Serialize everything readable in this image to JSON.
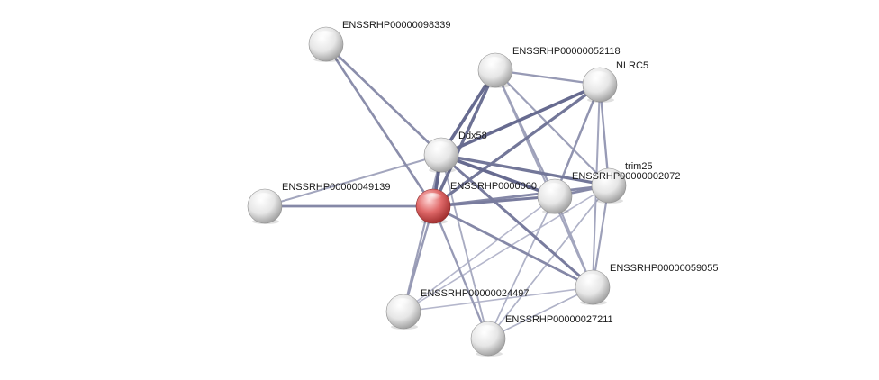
{
  "network": {
    "nodes": [
      {
        "id": "n98339",
        "label": "ENSSRHP00000098339",
        "color": "#f0f0f0"
      },
      {
        "id": "n52118",
        "label": "ENSSRHP00000052118",
        "color": "#f0f0f0"
      },
      {
        "id": "nlrc5",
        "label": "NLRC5",
        "color": "#f0f0f0"
      },
      {
        "id": "ddx58",
        "label": "Ddx58",
        "color": "#f0f0f0"
      },
      {
        "id": "trim25",
        "label": "trim25",
        "color": "#f0f0f0"
      },
      {
        "id": "n2072",
        "label": "ENSSRHP00000002072",
        "color": "#f0f0f0"
      },
      {
        "id": "query",
        "label": "ENSSRHP0000000",
        "color": "#e06a6a",
        "query": true
      },
      {
        "id": "n49139",
        "label": "ENSSRHP00000049139",
        "color": "#f0f0f0"
      },
      {
        "id": "n59055",
        "label": "ENSSRHP00000059055",
        "color": "#f0f0f0"
      },
      {
        "id": "n24497",
        "label": "ENSSRHP00000024497",
        "color": "#f0f0f0"
      },
      {
        "id": "n27211",
        "label": "ENSSRHP00000027211",
        "color": "#f0f0f0"
      }
    ],
    "edges": [
      {
        "from": "query",
        "to": "n98339",
        "strength": 0.55
      },
      {
        "from": "query",
        "to": "ddx58",
        "strength": 0.9
      },
      {
        "from": "query",
        "to": "n52118",
        "strength": 0.8
      },
      {
        "from": "query",
        "to": "nlrc5",
        "strength": 0.75
      },
      {
        "from": "query",
        "to": "n2072",
        "strength": 0.7
      },
      {
        "from": "query",
        "to": "trim25",
        "strength": 0.6
      },
      {
        "from": "query",
        "to": "n49139",
        "strength": 0.6
      },
      {
        "from": "query",
        "to": "n59055",
        "strength": 0.6
      },
      {
        "from": "query",
        "to": "n24497",
        "strength": 0.45
      },
      {
        "from": "query",
        "to": "n27211",
        "strength": 0.45
      },
      {
        "from": "ddx58",
        "to": "n98339",
        "strength": 0.55
      },
      {
        "from": "ddx58",
        "to": "n52118",
        "strength": 0.85
      },
      {
        "from": "ddx58",
        "to": "nlrc5",
        "strength": 0.85
      },
      {
        "from": "ddx58",
        "to": "n2072",
        "strength": 0.85
      },
      {
        "from": "ddx58",
        "to": "trim25",
        "strength": 0.75
      },
      {
        "from": "ddx58",
        "to": "n49139",
        "strength": 0.35
      },
      {
        "from": "ddx58",
        "to": "n59055",
        "strength": 0.7
      },
      {
        "from": "ddx58",
        "to": "n24497",
        "strength": 0.4
      },
      {
        "from": "ddx58",
        "to": "n27211",
        "strength": 0.3
      },
      {
        "from": "n52118",
        "to": "nlrc5",
        "strength": 0.45
      },
      {
        "from": "n52118",
        "to": "n2072",
        "strength": 0.4
      },
      {
        "from": "n52118",
        "to": "trim25",
        "strength": 0.4
      },
      {
        "from": "n52118",
        "to": "n59055",
        "strength": 0.35
      },
      {
        "from": "nlrc5",
        "to": "n2072",
        "strength": 0.5
      },
      {
        "from": "nlrc5",
        "to": "trim25",
        "strength": 0.45
      },
      {
        "from": "nlrc5",
        "to": "n59055",
        "strength": 0.35
      },
      {
        "from": "n2072",
        "to": "trim25",
        "strength": 0.6
      },
      {
        "from": "n2072",
        "to": "n59055",
        "strength": 0.35
      },
      {
        "from": "n2072",
        "to": "n24497",
        "strength": 0.2
      },
      {
        "from": "n2072",
        "to": "n27211",
        "strength": 0.25
      },
      {
        "from": "trim25",
        "to": "n59055",
        "strength": 0.4
      },
      {
        "from": "trim25",
        "to": "n24497",
        "strength": 0.2
      },
      {
        "from": "trim25",
        "to": "n27211",
        "strength": 0.25
      },
      {
        "from": "n59055",
        "to": "n24497",
        "strength": 0.2
      },
      {
        "from": "n59055",
        "to": "n27211",
        "strength": 0.25
      }
    ]
  }
}
